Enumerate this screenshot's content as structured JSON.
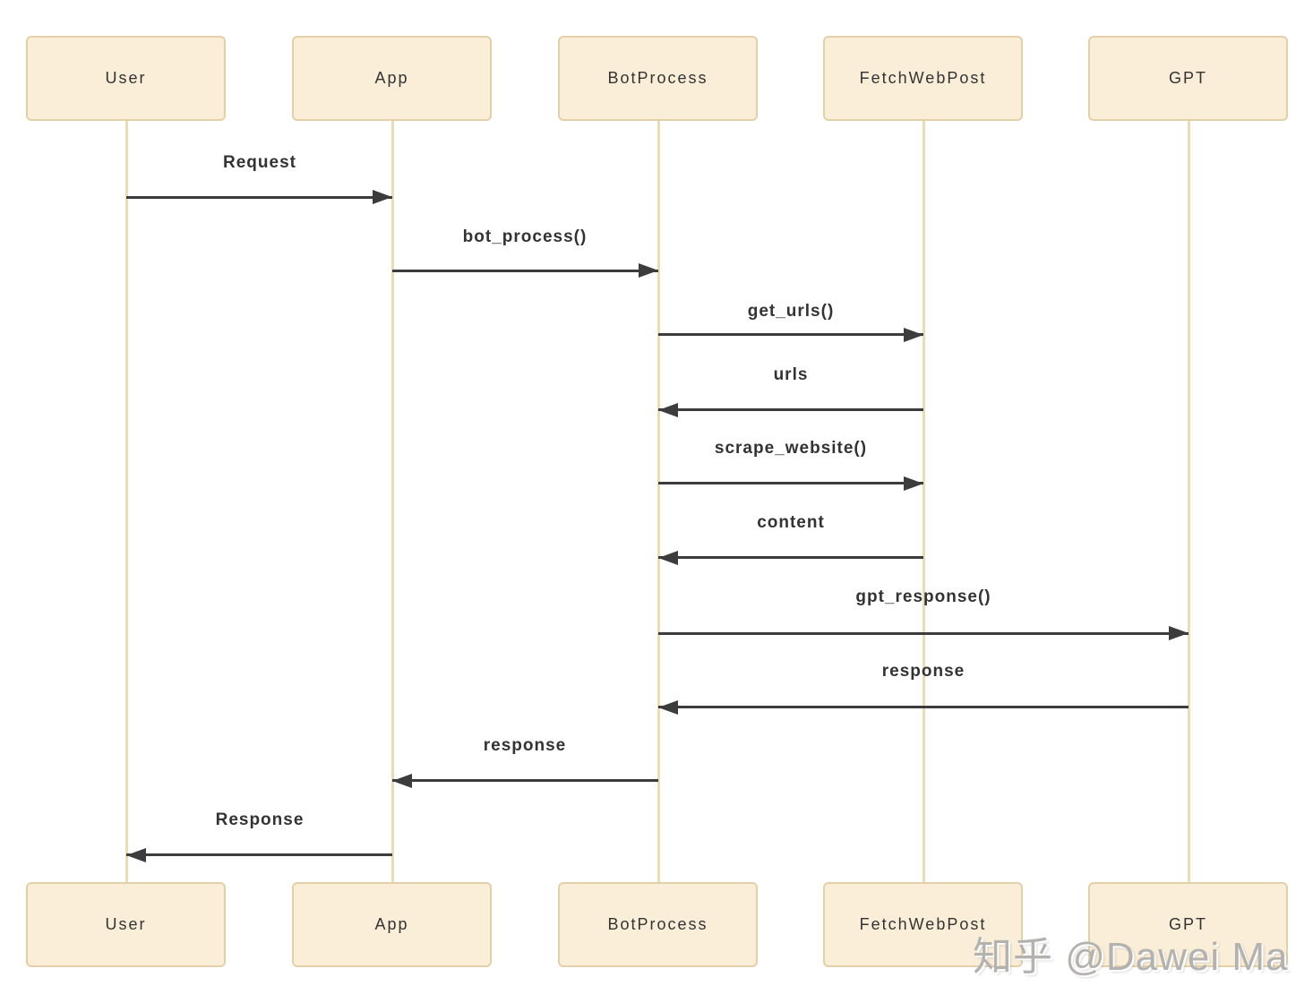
{
  "colors": {
    "background": "#ffffff",
    "actor_box_fill": "#faeed8",
    "actor_box_border": "#e3d0a8",
    "lifeline": "#ecdcb6",
    "arrow": "#3c3c3c",
    "text": "#333333",
    "watermark": "#b4b2af"
  },
  "actors": [
    {
      "name": "User"
    },
    {
      "name": "App"
    },
    {
      "name": "BotProcess"
    },
    {
      "name": "FetchWebPost"
    },
    {
      "name": "GPT"
    }
  ],
  "messages": [
    {
      "label": "Request",
      "from": "User",
      "to": "App"
    },
    {
      "label": "bot_process()",
      "from": "App",
      "to": "BotProcess"
    },
    {
      "label": "get_urls()",
      "from": "BotProcess",
      "to": "FetchWebPost"
    },
    {
      "label": "urls",
      "from": "FetchWebPost",
      "to": "BotProcess"
    },
    {
      "label": "scrape_website()",
      "from": "BotProcess",
      "to": "FetchWebPost"
    },
    {
      "label": "content",
      "from": "FetchWebPost",
      "to": "BotProcess"
    },
    {
      "label": "gpt_response()",
      "from": "BotProcess",
      "to": "GPT"
    },
    {
      "label": "response",
      "from": "GPT",
      "to": "BotProcess"
    },
    {
      "label": "response",
      "from": "BotProcess",
      "to": "App"
    },
    {
      "label": "Response",
      "from": "App",
      "to": "User"
    }
  ],
  "watermark": "知乎 @Dawei Ma"
}
